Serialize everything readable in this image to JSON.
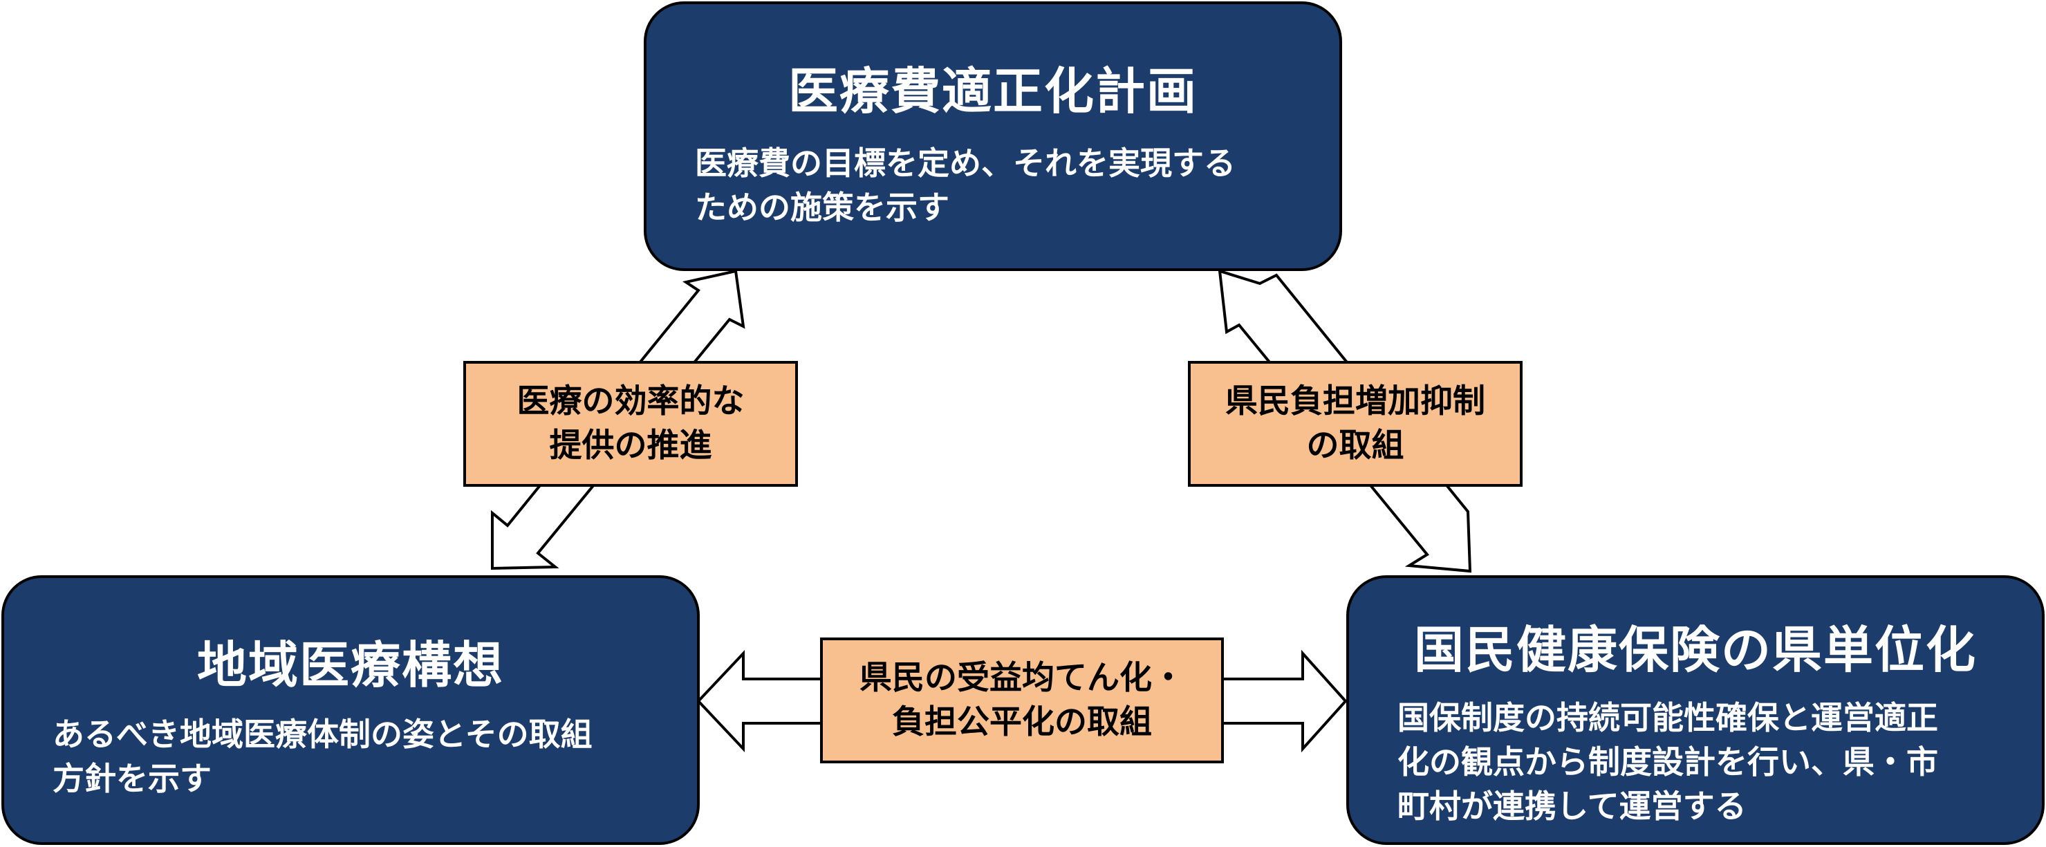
{
  "top_box": {
    "title": "医療費適正化計画",
    "desc_line1": "医療費の目標を定め、それを実現する",
    "desc_line2": "ための施策を示す"
  },
  "left_box": {
    "title": "地域医療構想",
    "desc_line1": "あるべき地域医療体制の姿とその取組",
    "desc_line2": "方針を示す"
  },
  "right_box": {
    "title": "国民健康保険の県単位化",
    "desc_line1": "国保制度の持続可能性確保と運営適正",
    "desc_line2": "化の観点から制度設計を行い、県・市",
    "desc_line3": "町村が連携して運営する"
  },
  "label_left": {
    "line1": "医療の効率的な",
    "line2": "提供の推進"
  },
  "label_right": {
    "line1": "県民負担増加抑制",
    "line2": "の取組"
  },
  "label_bottom": {
    "line1": "県民の受益均てん化・",
    "line2": "負担公平化の取組"
  }
}
